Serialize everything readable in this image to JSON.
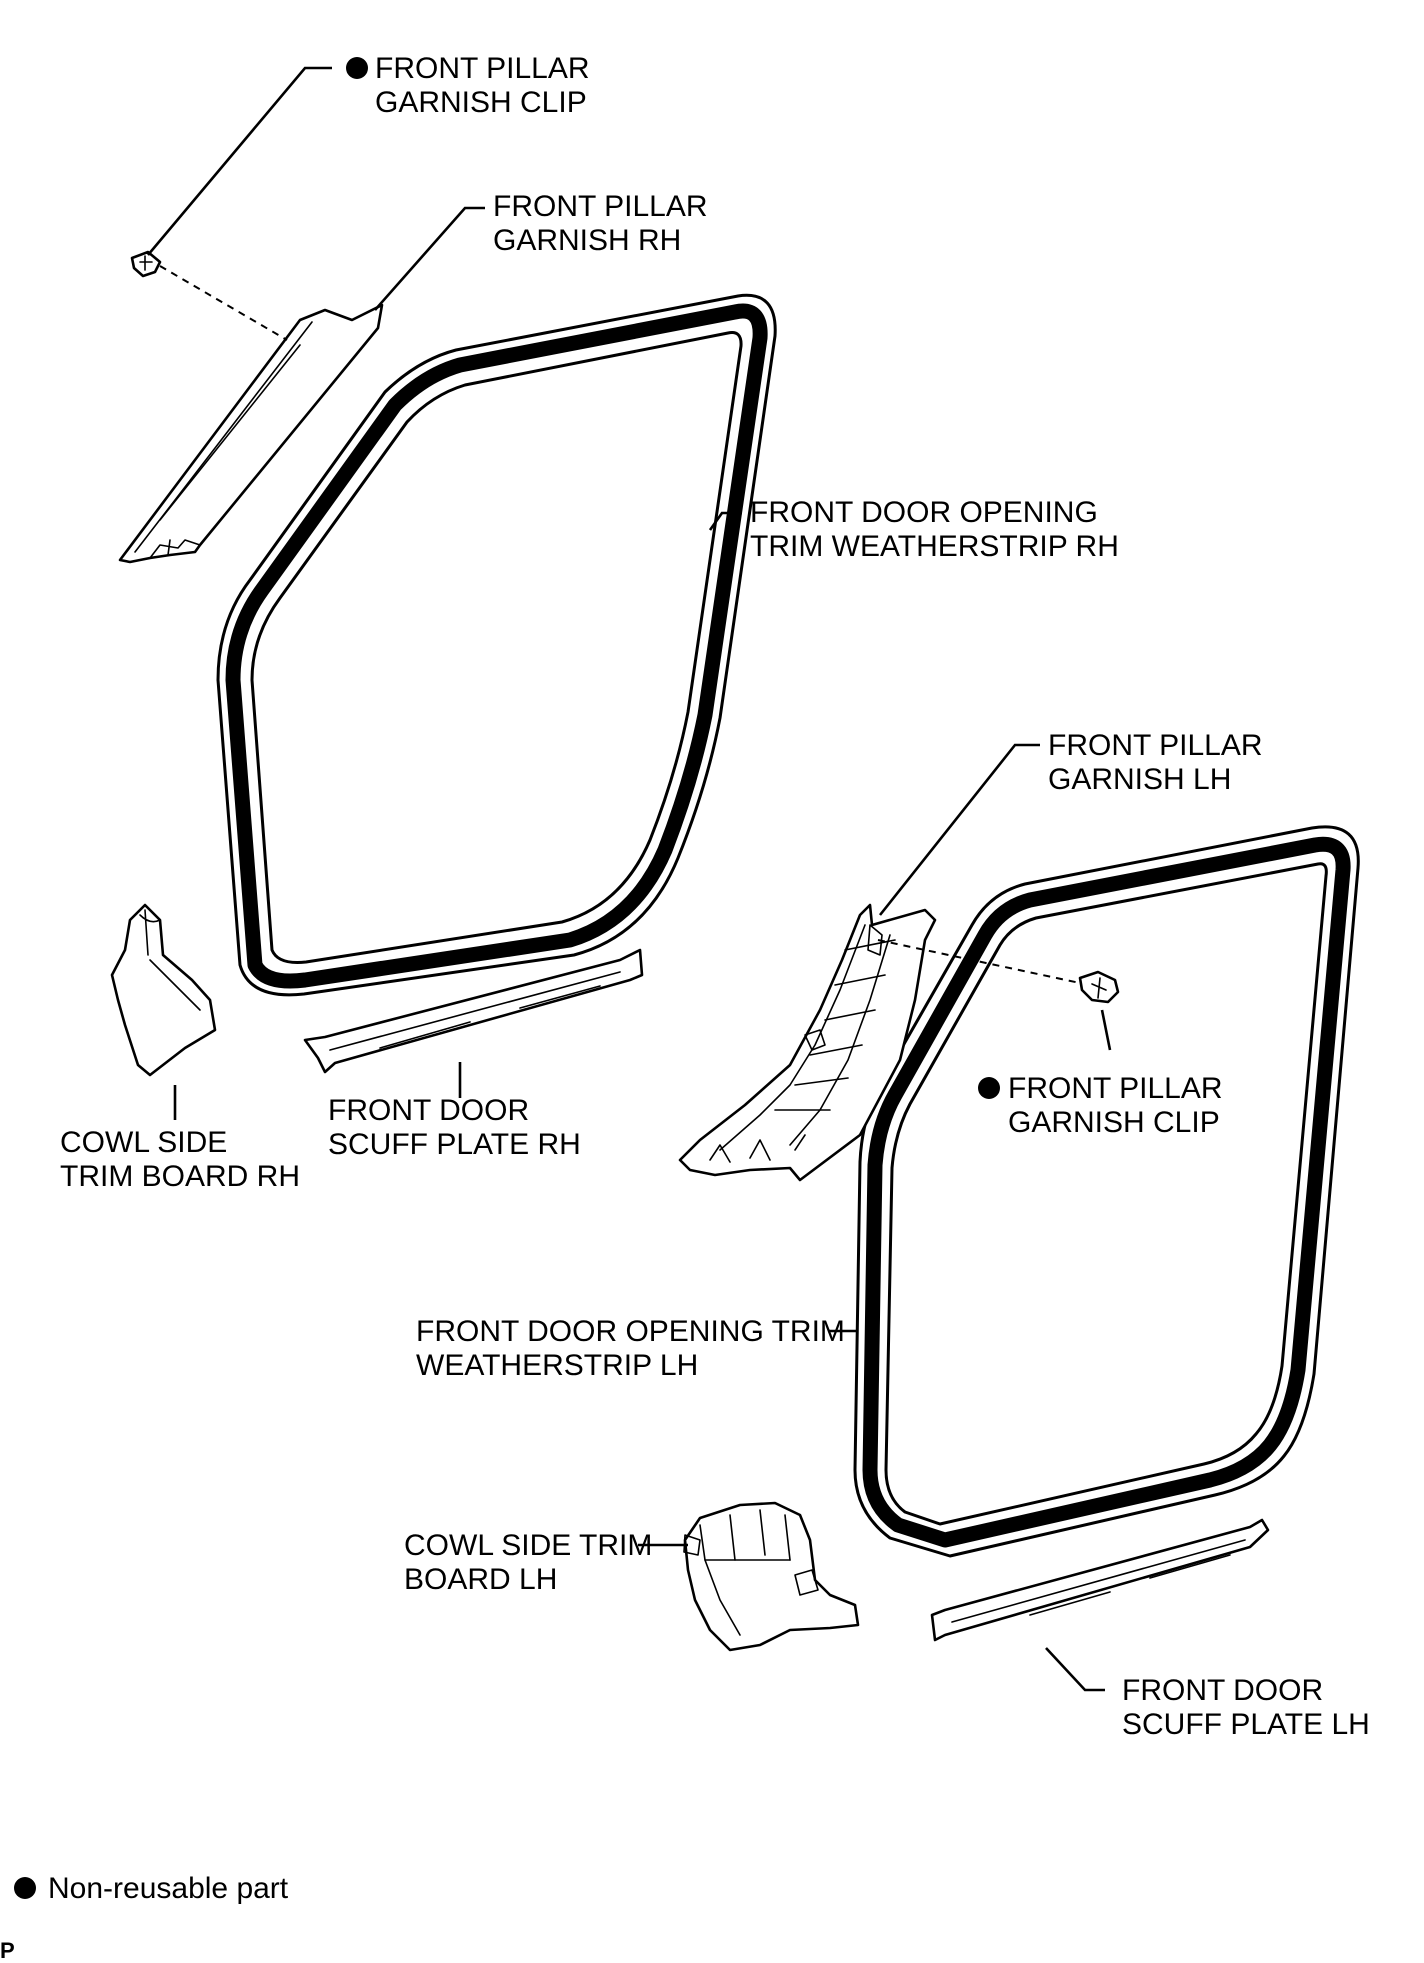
{
  "labels": {
    "clip_top_l1": "FRONT PILLAR",
    "clip_top_l2": "GARNISH CLIP",
    "garnish_rh_l1": "FRONT PILLAR",
    "garnish_rh_l2": "GARNISH RH",
    "weather_rh_l1": "FRONT DOOR OPENING",
    "weather_rh_l2": "TRIM WEATHERSTRIP RH",
    "garnish_lh_l1": "FRONT PILLAR",
    "garnish_lh_l2": "GARNISH LH",
    "clip_mid_l1": "FRONT PILLAR",
    "clip_mid_l2": "GARNISH CLIP",
    "cowl_rh_l1": "COWL SIDE",
    "cowl_rh_l2": "TRIM BOARD RH",
    "scuff_rh_l1": "FRONT DOOR",
    "scuff_rh_l2": "SCUFF PLATE RH",
    "weather_lh_l1": "FRONT DOOR OPENING TRIM",
    "weather_lh_l2": "WEATHERSTRIP LH",
    "cowl_lh_l1": "COWL SIDE TRIM",
    "cowl_lh_l2": "BOARD LH",
    "scuff_lh_l1": "FRONT DOOR",
    "scuff_lh_l2": "SCUFF PLATE LH"
  },
  "legend": {
    "non_reusable": "Non-reusable part"
  },
  "corner_code": "P"
}
